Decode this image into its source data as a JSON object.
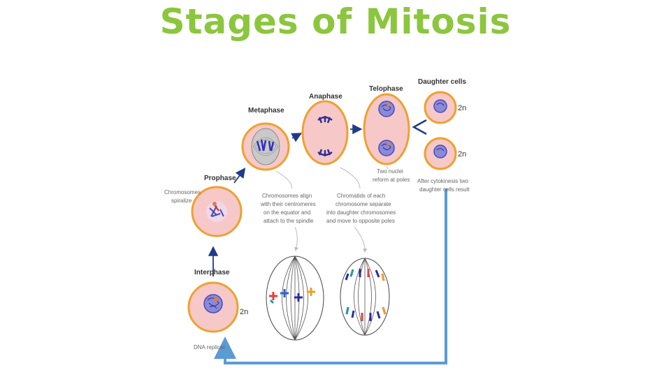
{
  "title": "Stages of Mitosis",
  "stages": {
    "interphase": "Interphase",
    "prophase": "Prophase",
    "metaphase": "Metaphase",
    "anaphase": "Anaphase",
    "telophase": "Telophase",
    "daughter_cells": "Daughter cells"
  },
  "notes": {
    "prophase": [
      "Chromosomes",
      "spiralize"
    ],
    "metaphase": [
      "Chromosomes align",
      "with their centromeres",
      "on the equator and",
      "attach to the spindle"
    ],
    "anaphase": [
      "Chromatids of each",
      "chromosome separate",
      "into daughter chromosomes",
      "and move to opposite poles"
    ],
    "telophase": [
      "Two nuclei",
      "reform at poles"
    ],
    "daughter_cells": [
      "After cytokinesis two",
      "daughter cells result"
    ],
    "interphase": "DNA replicat"
  },
  "ploidy": {
    "interphase": "2n",
    "daughter_top": "2n",
    "daughter_bottom": "2n"
  },
  "colors": {
    "title": "#8cc63e",
    "cell_fill": "#f7c8c8",
    "cell_border": "#f0a030",
    "chromosome": "#4a4ab8",
    "arrow": "#1f3a8a",
    "return_arrow": "#5b9bd5"
  }
}
